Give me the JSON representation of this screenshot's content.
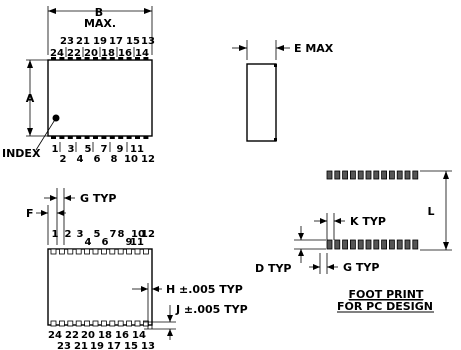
{
  "top_view": {
    "label_b": "B",
    "label_max": "MAX.",
    "label_a": "A",
    "label_index": "INDEX",
    "pins_top_upper": [
      "23",
      "21",
      "19",
      "17",
      "15",
      "13"
    ],
    "pins_top_lower": [
      "24",
      "22",
      "20",
      "18",
      "16",
      "14"
    ],
    "pins_bottom_upper": [
      "1",
      "3",
      "5",
      "7",
      "9",
      "11"
    ],
    "pins_bottom_lower": [
      "2",
      "4",
      "6",
      "8",
      "10",
      "12"
    ]
  },
  "side_view": {
    "label_e_max": "E MAX"
  },
  "detail_view": {
    "label_g_typ": "G TYP",
    "label_f": "F",
    "label_h": "H ±.005 TYP",
    "label_j": "J ±.005 TYP",
    "pins_top_upper": [
      "1",
      "3",
      "5",
      "7",
      "9",
      "11"
    ],
    "pins_top_lower": [
      "2",
      "4",
      "6",
      "8",
      "10",
      "12"
    ],
    "pins_bottom_upper": [
      "24",
      "22",
      "20",
      "18",
      "16",
      "14"
    ],
    "pins_bottom_lower": [
      "23",
      "21",
      "19",
      "17",
      "15",
      "13"
    ]
  },
  "footprint": {
    "label_l": "L",
    "label_k_typ": "K TYP",
    "label_d_typ": "D TYP",
    "label_g_typ": "G TYP",
    "caption_line1": "FOOT PRINT",
    "caption_line2": "FOR PC DESIGN"
  }
}
